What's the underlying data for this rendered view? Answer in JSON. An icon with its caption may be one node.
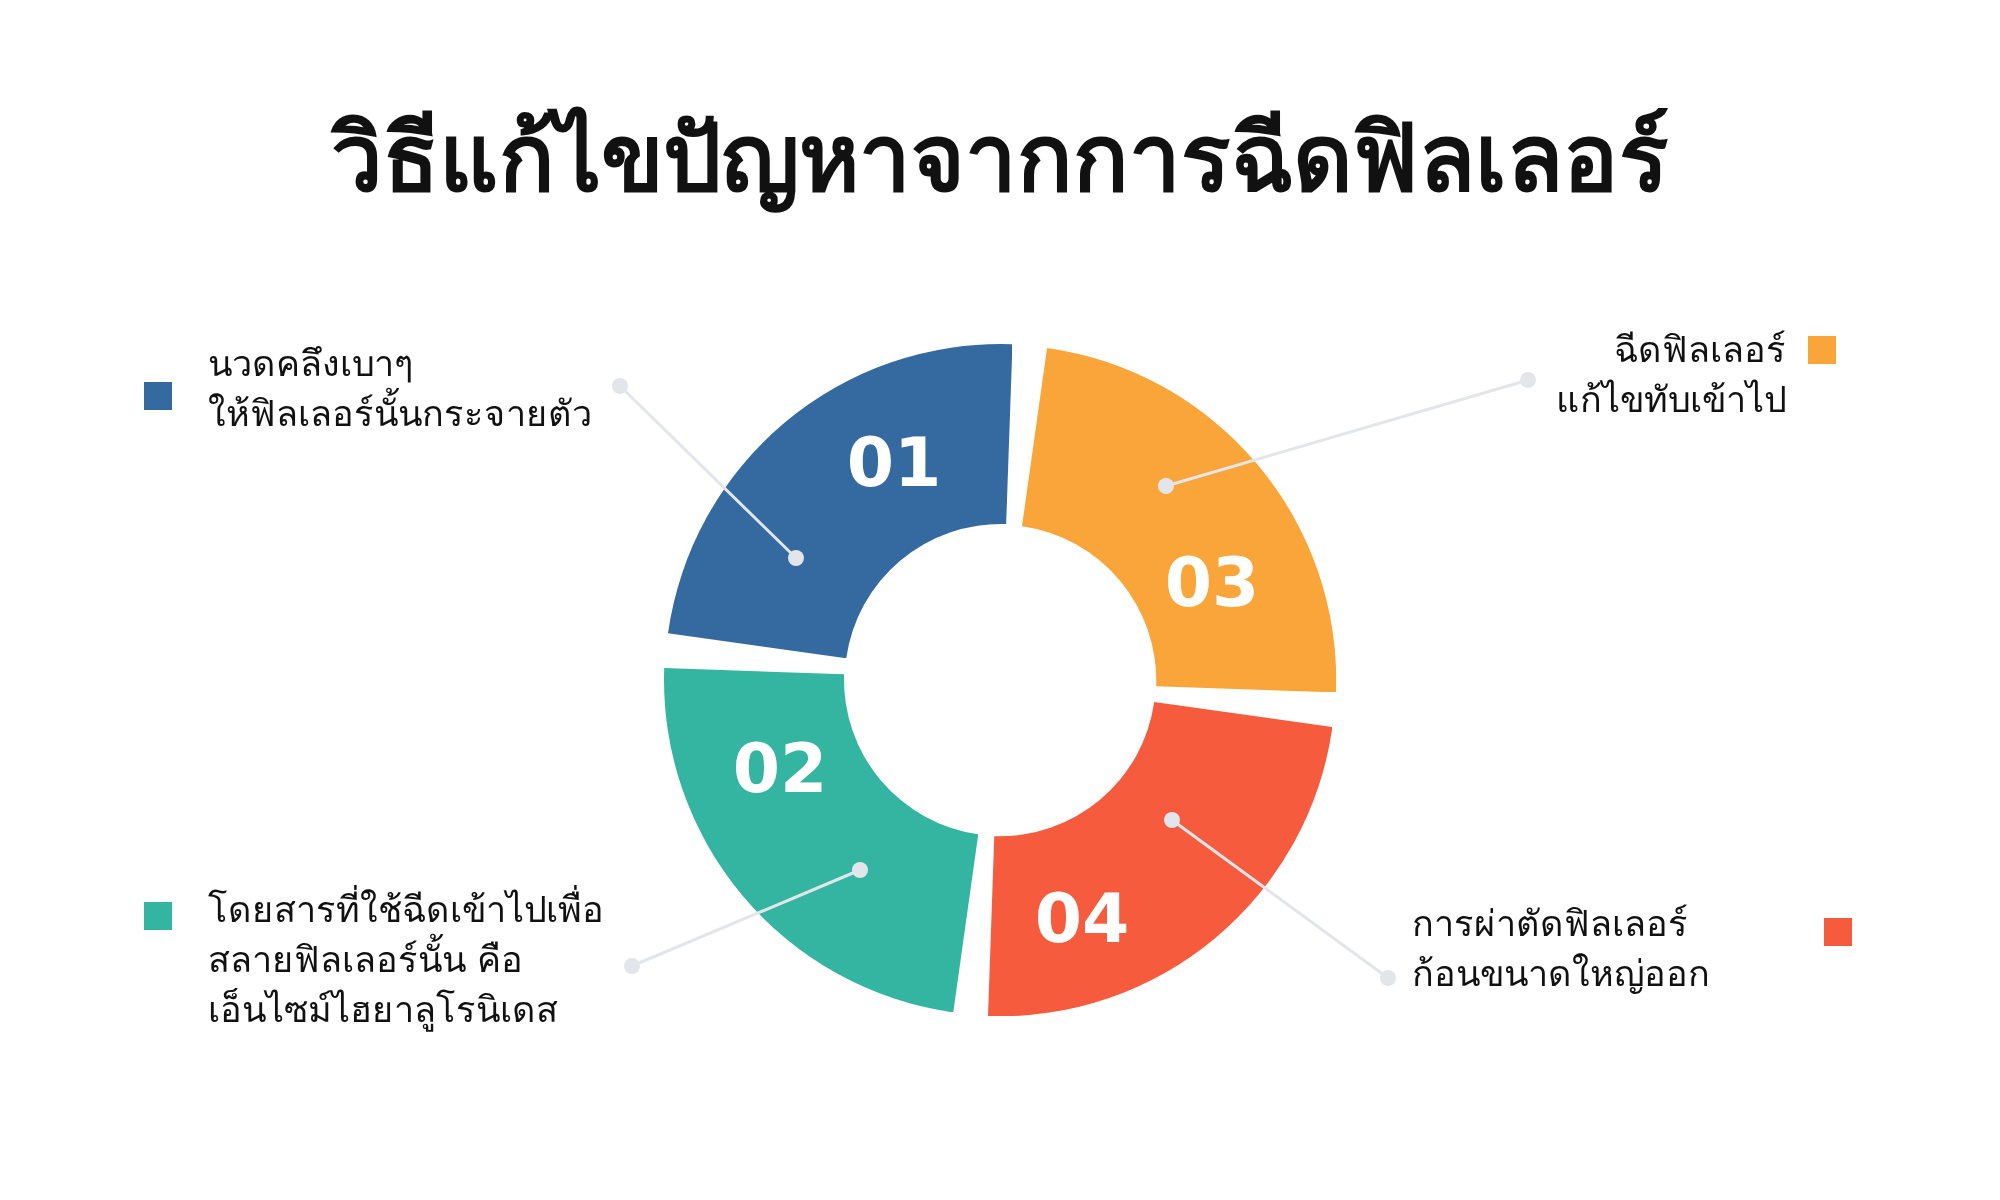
{
  "diagram": {
    "title": "วิธีแก้ไขปัญหาจากการฉีดฟิลเลอร์",
    "nodes": [
      {
        "text": [
          "01"
        ]
      },
      {
        "text": [
          "02"
        ]
      },
      {
        "text": [
          "03"
        ]
      },
      {
        "text": [
          "04"
        ]
      },
      {
        "text": [
          "นวดคลึงเบาๆ ให้ฟิลเลอร์นั้นกระจายตัว"
        ]
      },
      {
        "text": [
          "ฉีดฟิลเลอร์ แก้ไขทับเข้าไป"
        ]
      },
      {
        "text": [
          "โดยสารที่ใช้ฉีดเข้าไปเพื่อ สลายฟิลเลอร์นั้น คือ เอ็นไซม์ไฮยาลูโรนิเดส"
        ]
      },
      {
        "text": [
          "การผ่าตัดฟิลเลอร์ ก้อนขนาดใหญ่ออก"
        ]
      }
    ],
    "edges": [
      {
        "from": 4,
        "to": 0,
        "arrow": "other"
      },
      {
        "from": 5,
        "to": 2,
        "arrow": "other"
      },
      {
        "from": 6,
        "to": 1,
        "arrow": "other"
      },
      {
        "from": 7,
        "to": 3,
        "arrow": "other"
      }
    ]
  }
}
